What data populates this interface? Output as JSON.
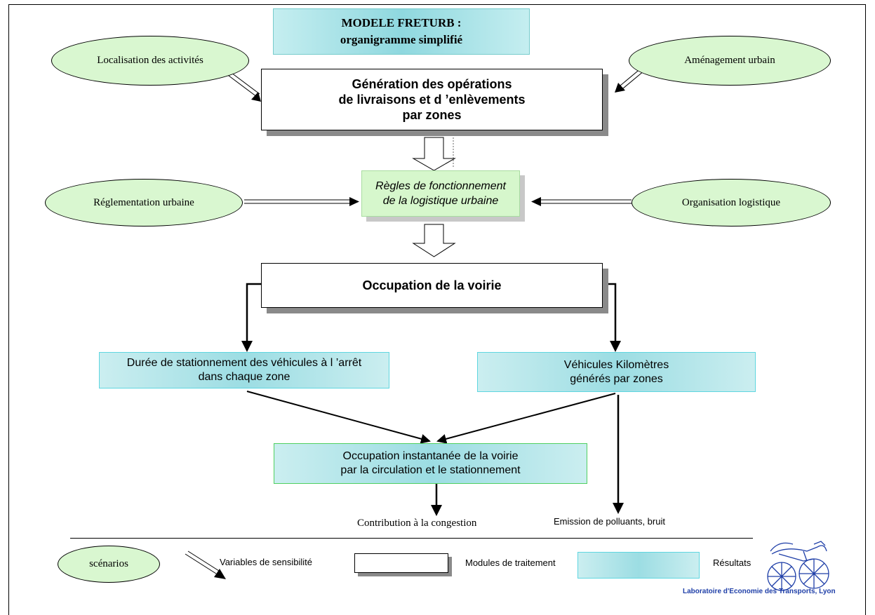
{
  "title": {
    "line1": "MODELE FRETURB :",
    "line2": "organigramme simplifié"
  },
  "inputs": {
    "localisation": "Localisation des activités",
    "amenagement": "Aménagement urbain",
    "reglementation": "Réglementation urbaine",
    "organisation": "Organisation logistique"
  },
  "modules": {
    "generation": {
      "line1": "Génération des opérations",
      "line2": "de livraisons et d ’enlèvements",
      "line3": "par zones"
    },
    "occupation": "Occupation de la voirie"
  },
  "rules": {
    "line1": "Règles de fonctionnement",
    "line2": "de la logistique urbaine"
  },
  "results": {
    "duree": {
      "line1": "Durée de stationnement des véhicules à l ’arrêt",
      "line2": "dans chaque zone"
    },
    "vehicules": {
      "line1": "Véhicules Kilomètres",
      "line2": "générés par zones"
    },
    "instantanee": {
      "line1": "Occupation instantanée de la voirie",
      "line2": "par la circulation et le stationnement"
    }
  },
  "outputs": {
    "congestion": "Contribution à la congestion",
    "emission": "Emission de polluants, bruit"
  },
  "legend": {
    "scenarios": "scénarios",
    "variables": "Variables de sensibilité",
    "modules": "Modules de traitement",
    "resultats": "Résultats"
  },
  "logo": {
    "caption": "Laboratoire d'Economie des Transports, Lyon",
    "color": "#1f3fa8"
  }
}
